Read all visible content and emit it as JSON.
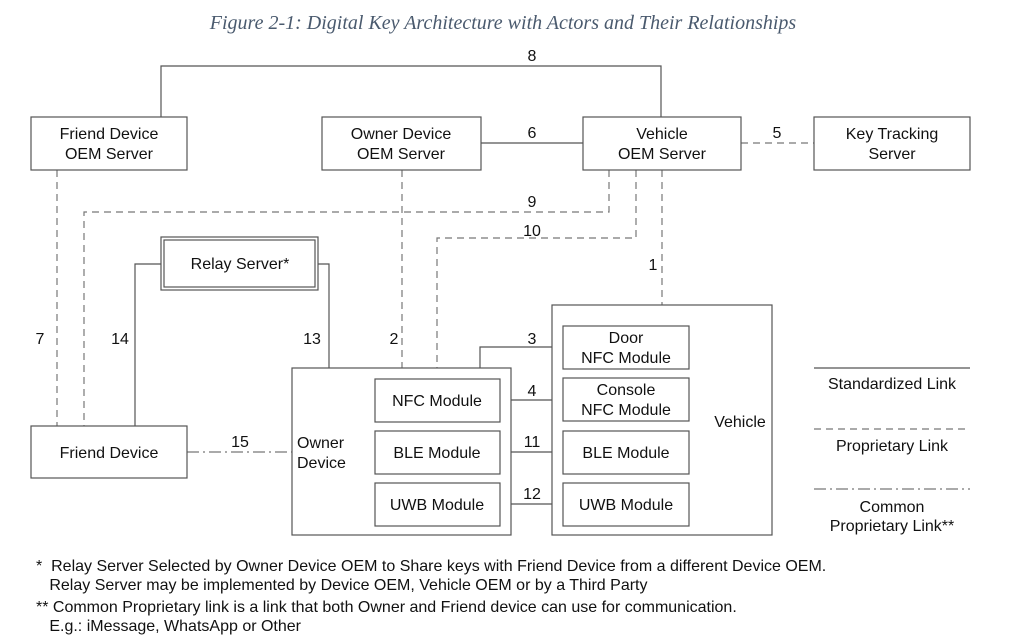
{
  "caption": "Figure 2-1: Digital Key Architecture with Actors and Their Relationships",
  "boxes": {
    "friend_oem": [
      "Friend Device",
      "OEM Server"
    ],
    "owner_oem": [
      "Owner Device",
      "OEM Server"
    ],
    "vehicle_oem": [
      "Vehicle",
      "OEM Server"
    ],
    "key_tracking": [
      "Key Tracking",
      "Server"
    ],
    "relay_server": "Relay Server*",
    "friend_device": "Friend Device",
    "owner_device": [
      "Owner",
      "Device"
    ],
    "owner_nfc": "NFC Module",
    "owner_ble": "BLE Module",
    "owner_uwb": "UWB Module",
    "vehicle": "Vehicle",
    "door_nfc": [
      "Door",
      "NFC Module"
    ],
    "console_nfc": [
      "Console",
      "NFC Module"
    ],
    "vehicle_ble": "BLE Module",
    "vehicle_uwb": "UWB Module"
  },
  "links": {
    "l1": "1",
    "l2": "2",
    "l3": "3",
    "l4": "4",
    "l5": "5",
    "l6": "6",
    "l7": "7",
    "l8": "8",
    "l9": "9",
    "l10": "10",
    "l11": "11",
    "l12": "12",
    "l13": "13",
    "l14": "14",
    "l15": "15"
  },
  "legend": {
    "standardized": "Standardized Link",
    "proprietary": "Proprietary Link",
    "common": [
      "Common",
      "Proprietary Link**"
    ]
  },
  "footnotes": {
    "note1": "*  Relay Server Selected by Owner Device OEM to Share keys with Friend Device from a different Device OEM.\n   Relay Server may be implemented by Device OEM, Vehicle OEM or by a Third Party",
    "note2": "** Common Proprietary link is a link that both Owner and Friend device can use for communication.\n   E.g.: iMessage, WhatsApp or Other"
  }
}
